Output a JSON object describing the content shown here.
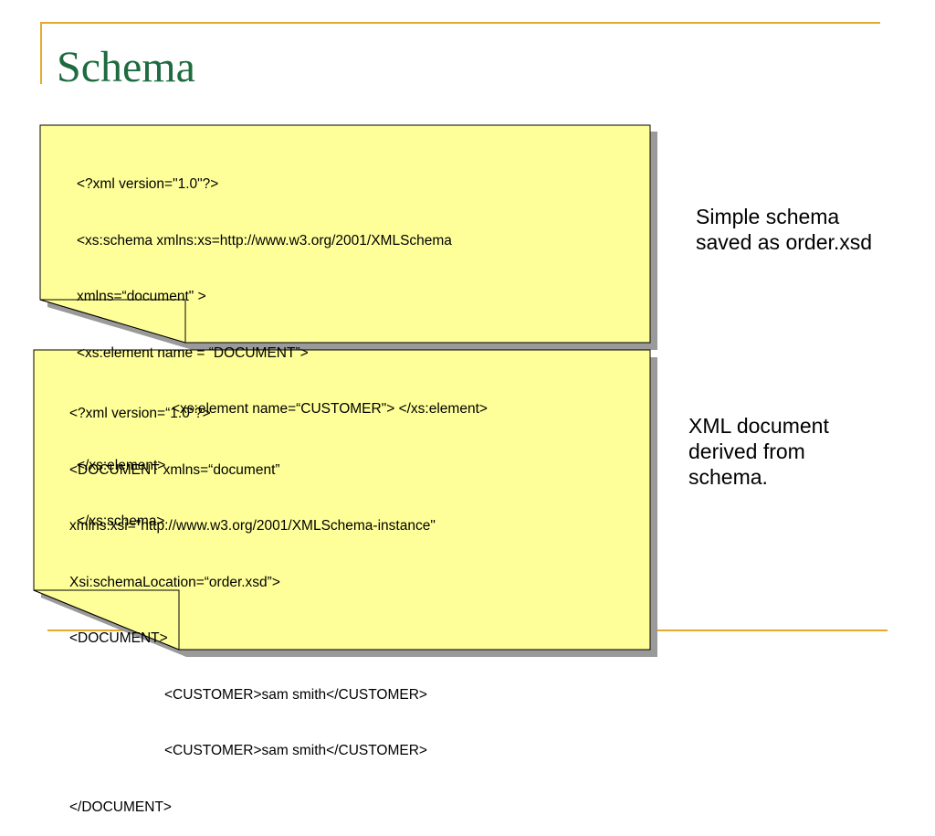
{
  "slide": {
    "title": "Schema",
    "schema_note": {
      "lines": [
        "<?xml version=\"1.0\"?>",
        "<xs:schema xmlns:xs=http://www.w3.org/2001/XMLSchema",
        "xmlns=“document\" >",
        "<xs:element name = “DOCUMENT”>",
        "<xs:element name=“CUSTOMER\"> </xs:element>",
        "</xs:element>",
        "</xs:schema>"
      ]
    },
    "document_note": {
      "lines": [
        "<?xml version=“1.0”?>",
        "<DOCUMENT xmlns=“document”",
        "xmlns:xsi=\"http://www.w3.org/2001/XMLSchema-instance\"",
        "Xsi:schemaLocation=“order.xsd”>",
        "<DOCUMENT>",
        "<CUSTOMER>sam smith</CUSTOMER>",
        "<CUSTOMER>sam smith</CUSTOMER>",
        "</DOCUMENT>"
      ]
    },
    "schema_caption": {
      "line1": "Simple schema",
      "line2": "saved as order.xsd"
    },
    "document_caption": {
      "line1": "XML document",
      "line2": "derived from",
      "line3": "schema."
    },
    "colors": {
      "accent_rule": "#e3ab2b",
      "title": "#1d6b3f",
      "note_fill": "#ffff99",
      "note_shadow": "#9a9a9a"
    }
  }
}
